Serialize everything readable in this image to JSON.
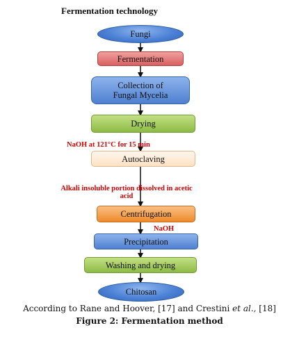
{
  "title": "Fermentation technology",
  "nodes": {
    "fungi": "Fungi",
    "fermentation": "Fermentation",
    "collection_line1": "Collection of",
    "collection_line2": "Fungal Mycelia",
    "drying": "Drying",
    "autoclaving": "Autoclaving",
    "centrifugation": "Centrifugation",
    "precipitation": "Precipitation",
    "washing": "Washing and drying",
    "chitosan": "Chitosan"
  },
  "notes": {
    "naoh_autoclave": "NaOH at 121°C for 15 min",
    "alkali_line1": "Alkali insoluble portion dissolved in acetic",
    "alkali_line2": "acid",
    "naoh": "NaOH"
  },
  "caption": {
    "source_prefix": "According to Rane and Hoover, [17] and Crestini ",
    "source_etal": "et al.,",
    "source_suffix": " [18]",
    "figure": "Figure 2: Fermentation method"
  },
  "colors": {
    "ellipse": "#4d82d6",
    "fermentation": "#d95f5f",
    "collection": "#4f80d0",
    "drying": "#8dbb45",
    "autoclaving": "#fde2c5",
    "centrifugation": "#ee8a2b",
    "note_text": "#d40000"
  }
}
